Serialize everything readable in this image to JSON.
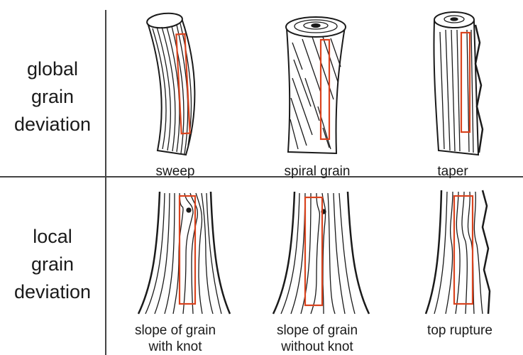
{
  "rows": {
    "global": [
      "global",
      "grain",
      "deviation"
    ],
    "local": [
      "local",
      "grain",
      "deviation"
    ]
  },
  "captions": {
    "sweep": "sweep",
    "spiral": "spiral grain",
    "taper": "taper",
    "slope_knot": [
      "slope of grain",
      "with knot"
    ],
    "slope_noknot": [
      "slope of grain",
      "without knot"
    ],
    "rupture": "top rupture"
  },
  "colors": {
    "box": "#d9431e",
    "ink": "#1a1a1a"
  }
}
